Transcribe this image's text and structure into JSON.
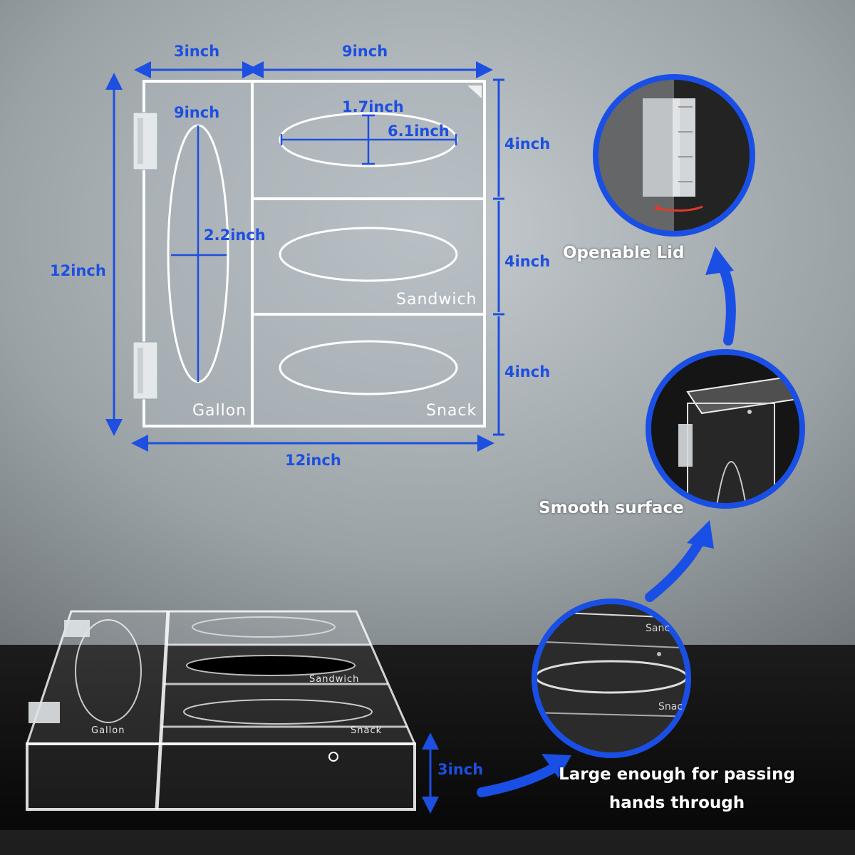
{
  "top_view": {
    "width_left": "3inch",
    "width_right": "9inch",
    "height_total": "12inch",
    "width_total": "12inch",
    "row_heights": [
      "4inch",
      "4inch",
      "4inch"
    ],
    "gallon_slot_length": "9inch",
    "gallon_slot_width": "2.2inch",
    "top_slot_height": "1.7inch",
    "top_slot_length": "6.1inch",
    "compartments": {
      "gallon": "Gallon",
      "sandwich": "Sandwich",
      "snack": "Snack"
    }
  },
  "photo": {
    "depth": "3inch",
    "labels": {
      "gallon": "Gallon",
      "sandwich": "Sandwich",
      "snack": "Snack"
    }
  },
  "features": {
    "lid": "Openable Lid",
    "surface": "Smooth surface",
    "passing_line1": "Large enough for passing",
    "passing_line2": "hands through"
  },
  "zoom_labels": {
    "sandwich": "Sanc",
    "snack": "Snac"
  },
  "colors": {
    "accent": "#1d4fe0",
    "circle_border": "#1a4fe6",
    "background_top": "#b9c3c8",
    "floor": "#0c0c0c"
  }
}
